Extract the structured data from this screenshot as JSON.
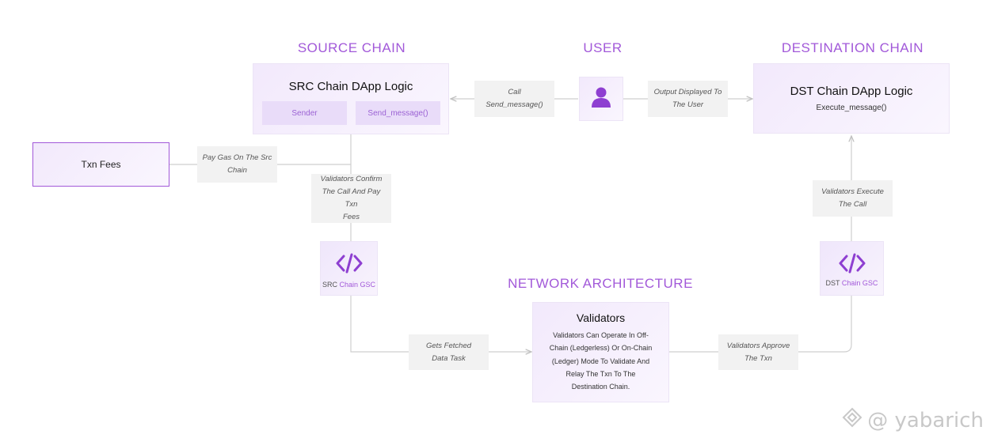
{
  "sections": {
    "source": "SOURCE CHAIN",
    "user": "USER",
    "destination": "DESTINATION CHAIN",
    "network": "NETWORK ARCHITECTURE"
  },
  "src_dapp": {
    "title": "SRC Chain DApp Logic",
    "sender": "Sender",
    "send_message": "Send_message()"
  },
  "dst_dapp": {
    "title": "DST Chain DApp Logic",
    "execute": "Execute_message()"
  },
  "txn_fees": "Txn Fees",
  "labels": {
    "call_line1": "Call",
    "call_line2": "Send_message()",
    "output_line1": "Output Displayed To",
    "output_line2": "The User",
    "pay_gas_line1": "Pay Gas On The Src",
    "pay_gas_line2": "Chain",
    "confirm_line1": "Validators Confirm",
    "confirm_line2": "The Call And Pay Txn",
    "confirm_line3": "Fees",
    "execute_line1": "Validators Execute",
    "execute_line2": "The Call",
    "fetched_line1": "Gets Fetched",
    "fetched_line2": "Data Task",
    "approve_line1": "Validators Approve",
    "approve_line2": "The Txn"
  },
  "src_gsc": {
    "prefix": "SRC",
    "suffix": "Chain GSC"
  },
  "dst_gsc": {
    "prefix": "DST",
    "suffix": "Chain GSC"
  },
  "validators": {
    "title": "Validators",
    "line1": "Validators Can Operate In Off-",
    "line2": "Chain (Ledgerless) Or On-Chain",
    "line3": "(Ledger) Mode To Validate And",
    "line4": "Relay The Txn To The",
    "line5": "Destination Chain."
  },
  "watermark": "@ yabarich",
  "colors": {
    "accent": "#a259d9",
    "icon": "#8e3fd1",
    "line": "#c8c8c8"
  },
  "icons": [
    "user-icon",
    "code-icon",
    "watermark-logo-icon"
  ]
}
